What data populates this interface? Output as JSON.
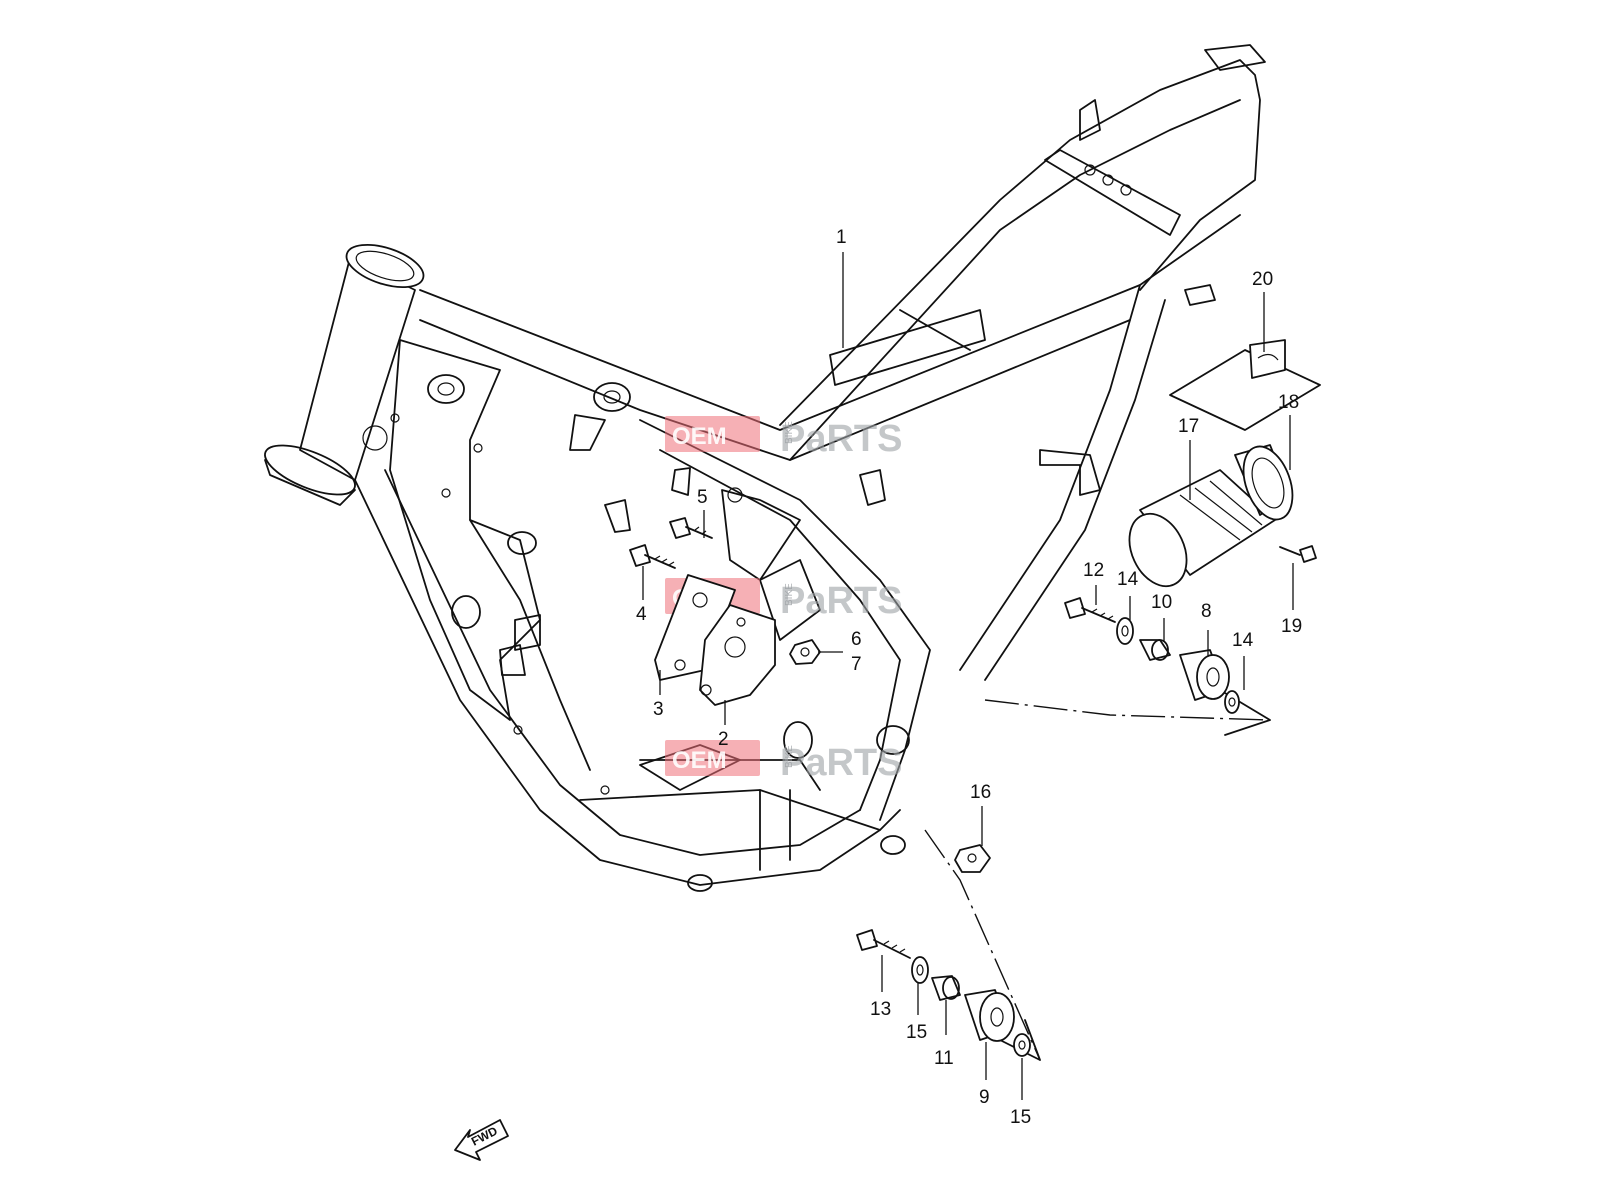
{
  "watermark": {
    "oem": "OEM",
    "bike": "BIKE",
    "parts": "PaRTS"
  },
  "fwd_label": "FWD",
  "callouts": [
    {
      "id": "1",
      "label": "1"
    },
    {
      "id": "2",
      "label": "2"
    },
    {
      "id": "3",
      "label": "3"
    },
    {
      "id": "4",
      "label": "4"
    },
    {
      "id": "5",
      "label": "5"
    },
    {
      "id": "6",
      "label": "6"
    },
    {
      "id": "7",
      "label": "7"
    },
    {
      "id": "8",
      "label": "8"
    },
    {
      "id": "9",
      "label": "9"
    },
    {
      "id": "10",
      "label": "10"
    },
    {
      "id": "11",
      "label": "11"
    },
    {
      "id": "12",
      "label": "12"
    },
    {
      "id": "13",
      "label": "13"
    },
    {
      "id": "14a",
      "label": "14"
    },
    {
      "id": "14b",
      "label": "14"
    },
    {
      "id": "15a",
      "label": "15"
    },
    {
      "id": "15b",
      "label": "15"
    },
    {
      "id": "16",
      "label": "16"
    },
    {
      "id": "17",
      "label": "17"
    },
    {
      "id": "18",
      "label": "18"
    },
    {
      "id": "19",
      "label": "19"
    },
    {
      "id": "20",
      "label": "20"
    }
  ]
}
